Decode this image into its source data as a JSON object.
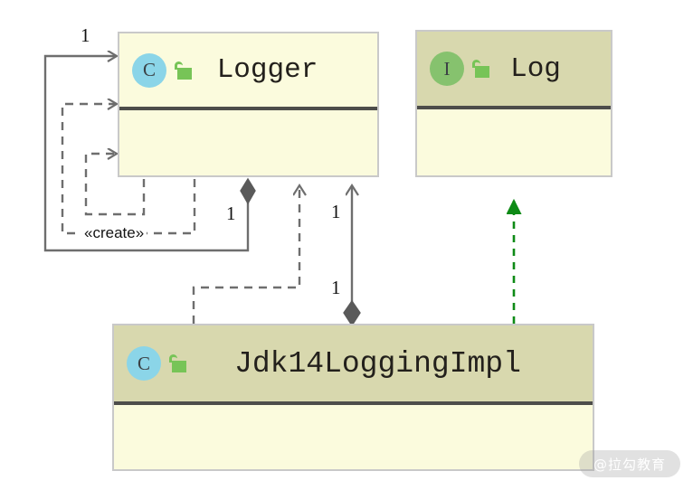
{
  "diagram": {
    "title": "UML class diagram",
    "background": "#ffffff",
    "colors": {
      "box_fill": "#fbfbdd",
      "box_header_olive": "#d8d8ae",
      "box_border": "#c9c9c9",
      "separator": "#4d4d4a",
      "class_badge": "#8bd5e8",
      "interface_badge": "#86c26e",
      "lock_green": "#77c457",
      "edge_gray": "#6e6e6e",
      "realization_green": "#0e8a16",
      "text": "#23201c"
    }
  },
  "classes": [
    {
      "id": "logger",
      "name": "Logger",
      "badge_letter": "C",
      "badge_kind": "class",
      "visibility_icon": "unlocked-padlock-icon",
      "header_tint": "plain",
      "members": []
    },
    {
      "id": "log",
      "name": "Log",
      "badge_letter": "I",
      "badge_kind": "interface",
      "visibility_icon": "unlocked-padlock-icon",
      "header_tint": "olive",
      "members": []
    },
    {
      "id": "jdk14loggingimpl",
      "name": "Jdk14LoggingImpl",
      "badge_letter": "C",
      "badge_kind": "class",
      "visibility_icon": "unlocked-padlock-icon",
      "header_tint": "olive",
      "members": []
    }
  ],
  "edges": [
    {
      "id": "edge-create-solid",
      "kind": "association",
      "style": "solid",
      "from": "logger",
      "to": "logger",
      "label": "1",
      "color": "#6e6e6e"
    },
    {
      "id": "edge-dependency-outer",
      "kind": "dependency",
      "style": "dashed",
      "from": "logger",
      "to": "logger",
      "label": "«create»",
      "color": "#6e6e6e"
    },
    {
      "id": "edge-dependency-inner",
      "kind": "dependency",
      "style": "dashed",
      "from": "logger",
      "to": "logger",
      "label": "",
      "color": "#6e6e6e"
    },
    {
      "id": "edge-aggregation-logger-self",
      "kind": "aggregation",
      "style": "solid",
      "from": "logger",
      "to": "logger",
      "label": "1",
      "color": "#6e6e6e"
    },
    {
      "id": "edge-dependency-jdk14-logger",
      "kind": "dependency",
      "style": "dashed",
      "from": "jdk14loggingimpl",
      "to": "logger",
      "label": "",
      "color": "#6e6e6e"
    },
    {
      "id": "edge-aggregation-jdk14-logger",
      "kind": "aggregation",
      "style": "solid",
      "from": "jdk14loggingimpl",
      "to": "logger",
      "label_head": "1",
      "label_tail": "1",
      "color": "#6e6e6e"
    },
    {
      "id": "edge-realization-jdk14-log",
      "kind": "realization",
      "style": "dashed",
      "from": "jdk14loggingimpl",
      "to": "log",
      "label": "",
      "color": "#0e8a16"
    }
  ],
  "labels": {
    "mult_logger_in": "1",
    "mult_logger_diamond": "1",
    "mult_jdk_head": "1",
    "mult_jdk_tail": "1",
    "stereotype_create": "«create»"
  },
  "watermark": {
    "text": "@拉勾教育"
  }
}
